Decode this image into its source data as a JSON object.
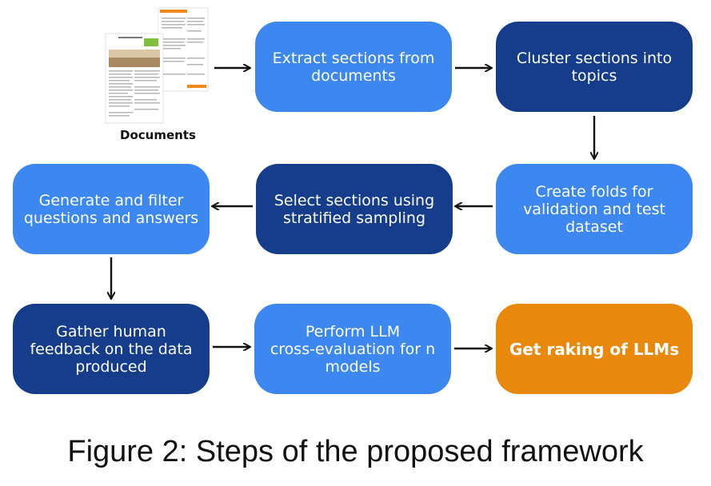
{
  "documents_label": "Documents",
  "steps": [
    {
      "label": "Extract sections from\ndocuments"
    },
    {
      "label": "Cluster sections into\ntopics"
    },
    {
      "label": "Create folds for\nvalidation and test\ndataset"
    },
    {
      "label": "Select sections using\nstratified sampling"
    },
    {
      "label": "Generate and filter\nquestions and answers"
    },
    {
      "label": "Gather human\nfeedback on the data\nproduced"
    },
    {
      "label": "Perform LLM\ncross-evaluation for n\nmodels"
    },
    {
      "label": "Get raking of LLMs"
    }
  ],
  "caption": "Figure 2: Steps of the proposed framework",
  "colors": {
    "light_blue": "#3d87f1",
    "dark_blue": "#163d8b",
    "orange": "#e8890d"
  }
}
